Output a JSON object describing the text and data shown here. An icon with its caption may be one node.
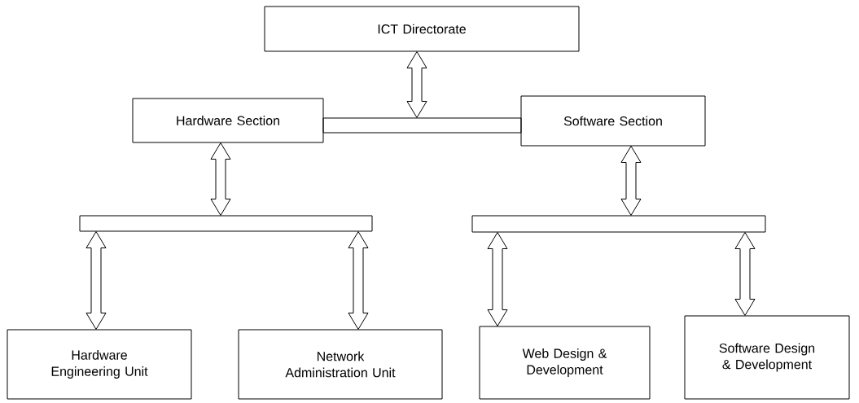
{
  "diagram": {
    "nodes": [
      {
        "text": [
          "ICT Directorate"
        ]
      },
      {
        "text": [
          "Hardware Section"
        ]
      },
      {
        "text": [
          "Software Section"
        ]
      },
      {
        "text": [],
        "shape": "bar"
      },
      {
        "text": [],
        "shape": "bar"
      },
      {
        "text": [],
        "shape": "bar"
      },
      {
        "text": [
          "Hardware Engineering Unit"
        ]
      },
      {
        "text": [
          "Network Administration Unit"
        ]
      },
      {
        "text": [
          "Web Design & Development"
        ]
      },
      {
        "text": [
          "Software Design & Development"
        ]
      }
    ],
    "edges": [
      {
        "from": 0,
        "to": 3,
        "arrow": "both"
      },
      {
        "from": 1,
        "to": 4,
        "arrow": "both"
      },
      {
        "from": 2,
        "to": 5,
        "arrow": "both"
      },
      {
        "from": 4,
        "to": 6,
        "arrow": "both"
      },
      {
        "from": 4,
        "to": 7,
        "arrow": "both"
      },
      {
        "from": 5,
        "to": 8,
        "arrow": "both"
      },
      {
        "from": 5,
        "to": 9,
        "arrow": "both"
      }
    ]
  }
}
